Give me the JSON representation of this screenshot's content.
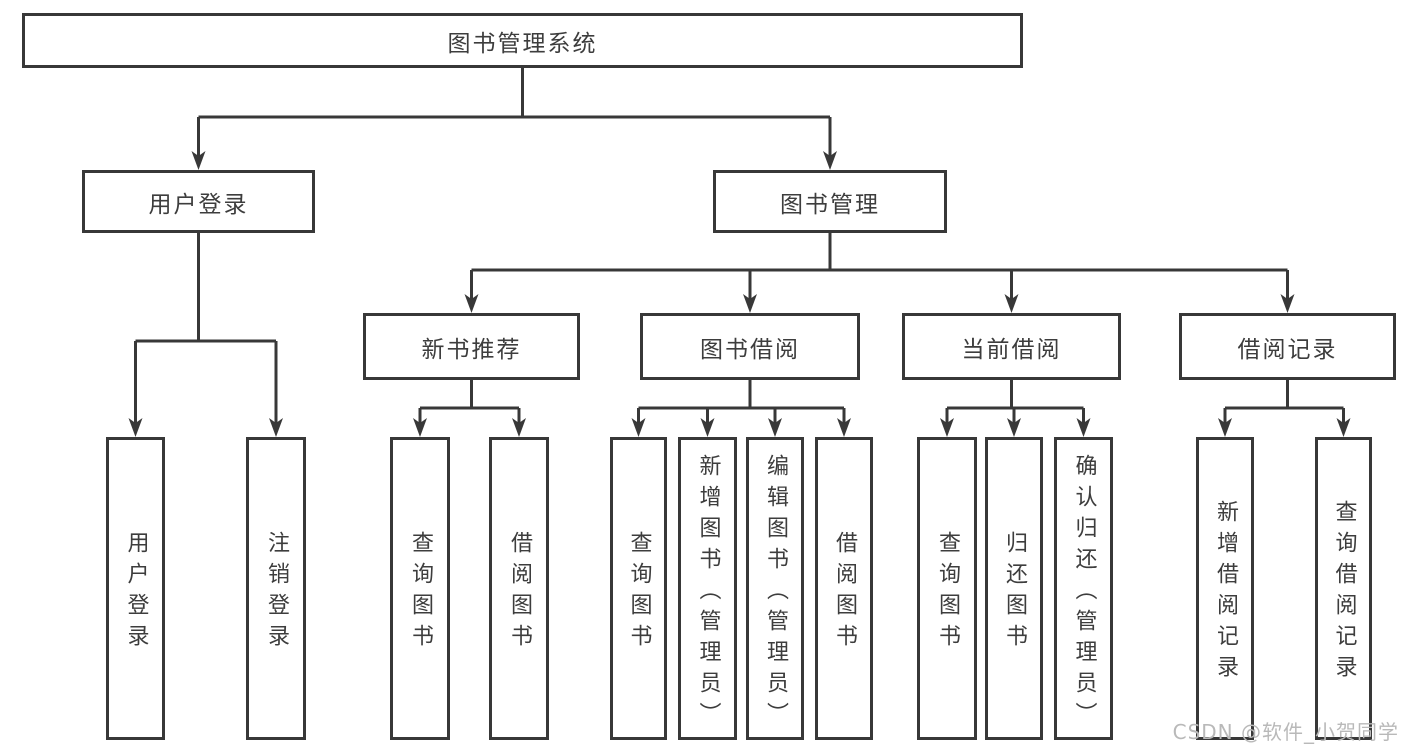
{
  "diagram": {
    "title": "图书管理系统",
    "root": {
      "label": "图书管理系统"
    },
    "level2": [
      {
        "label": "用户登录"
      },
      {
        "label": "图书管理"
      }
    ],
    "level3": [
      {
        "label": "新书推荐"
      },
      {
        "label": "图书借阅"
      },
      {
        "label": "当前借阅"
      },
      {
        "label": "借阅记录"
      }
    ],
    "leaves": [
      {
        "label": "用户登录",
        "parent": "用户登录"
      },
      {
        "label": "注销登录",
        "parent": "用户登录"
      },
      {
        "label": "查询图书",
        "parent": "新书推荐"
      },
      {
        "label": "借阅图书",
        "parent": "新书推荐"
      },
      {
        "label": "查询图书",
        "parent": "图书借阅"
      },
      {
        "label": "新增图书（管理员）",
        "parent": "图书借阅"
      },
      {
        "label": "编辑图书（管理员）",
        "parent": "图书借阅"
      },
      {
        "label": "借阅图书",
        "parent": "图书借阅"
      },
      {
        "label": "查询图书",
        "parent": "当前借阅"
      },
      {
        "label": "归还图书",
        "parent": "当前借阅"
      },
      {
        "label": "确认归还（管理员）",
        "parent": "当前借阅"
      },
      {
        "label": "新增借阅记录",
        "parent": "借阅记录"
      },
      {
        "label": "查询借阅记录",
        "parent": "借阅记录"
      }
    ],
    "colors": {
      "line": "#383838",
      "box_border": "#383838",
      "text": "#3d3d3d",
      "background": "#ffffff",
      "watermark": "#b9b9b9"
    },
    "watermark": "CSDN @软件_小贺同学"
  }
}
